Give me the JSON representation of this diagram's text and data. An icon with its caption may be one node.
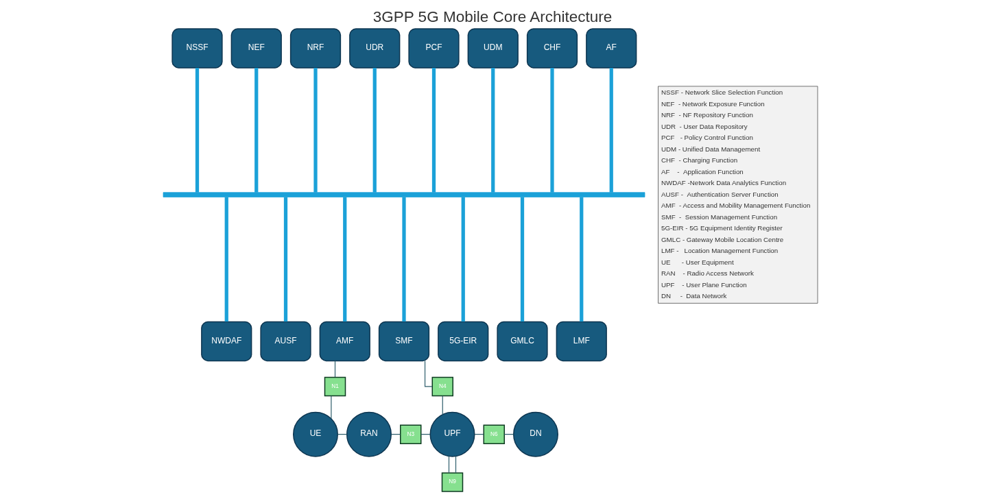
{
  "diagram": {
    "title": "3GPP 5G Mobile Core Architecture",
    "nodes": [
      {
        "text": [
          "NSSF"
        ]
      },
      {
        "text": [
          "NEF"
        ]
      },
      {
        "text": [
          "NRF"
        ]
      },
      {
        "text": [
          "UDR"
        ]
      },
      {
        "text": [
          "PCF"
        ]
      },
      {
        "text": [
          "UDM"
        ]
      },
      {
        "text": [
          "CHF"
        ]
      },
      {
        "text": [
          "AF"
        ]
      },
      {
        "text": [],
        "shape": "bar"
      },
      {
        "text": [
          "NWDAF"
        ]
      },
      {
        "text": [
          "AUSF"
        ]
      },
      {
        "text": [
          "AMF"
        ]
      },
      {
        "text": [
          "SMF"
        ]
      },
      {
        "text": [
          "5G-EIR"
        ]
      },
      {
        "text": [
          "GMLC"
        ]
      },
      {
        "text": [
          "LMF"
        ]
      },
      {
        "text": [
          "N1"
        ]
      },
      {
        "text": [
          "N4"
        ]
      },
      {
        "text": [
          "UE"
        ]
      },
      {
        "text": [
          "RAN"
        ]
      },
      {
        "text": [
          "N3"
        ]
      },
      {
        "text": [
          "UPF"
        ]
      },
      {
        "text": [
          "N6"
        ]
      },
      {
        "text": [
          "DN"
        ]
      },
      {
        "text": [
          "N9"
        ]
      }
    ],
    "edges": [
      {
        "from": 0,
        "to": 8,
        "arrow": "none"
      },
      {
        "from": 1,
        "to": 8,
        "arrow": "none"
      },
      {
        "from": 2,
        "to": 8,
        "arrow": "none"
      },
      {
        "from": 3,
        "to": 8,
        "arrow": "none"
      },
      {
        "from": 4,
        "to": 8,
        "arrow": "none"
      },
      {
        "from": 5,
        "to": 8,
        "arrow": "none"
      },
      {
        "from": 6,
        "to": 8,
        "arrow": "none"
      },
      {
        "from": 7,
        "to": 8,
        "arrow": "none"
      },
      {
        "from": 8,
        "to": 9,
        "arrow": "none"
      },
      {
        "from": 8,
        "to": 10,
        "arrow": "none"
      },
      {
        "from": 8,
        "to": 11,
        "arrow": "none"
      },
      {
        "from": 8,
        "to": 12,
        "arrow": "none"
      },
      {
        "from": 8,
        "to": 13,
        "arrow": "none"
      },
      {
        "from": 8,
        "to": 14,
        "arrow": "none"
      },
      {
        "from": 8,
        "to": 15,
        "arrow": "none"
      },
      {
        "from": 11,
        "to": 16,
        "arrow": "none",
        "color": "#2e5d6b"
      },
      {
        "from": 16,
        "to": 18,
        "arrow": "none",
        "color": "#2e5d6b"
      },
      {
        "from": 12,
        "to": 17,
        "arrow": "none",
        "color": "#2e5d6b"
      },
      {
        "from": 17,
        "to": 21,
        "arrow": "none",
        "color": "#2e5d6b"
      },
      {
        "from": 18,
        "to": 19,
        "arrow": "none",
        "color": "#2e5d6b"
      },
      {
        "from": 19,
        "to": 20,
        "arrow": "none",
        "color": "#2e5d6b"
      },
      {
        "from": 20,
        "to": 21,
        "arrow": "none",
        "color": "#2e5d6b"
      },
      {
        "from": 21,
        "to": 22,
        "arrow": "none",
        "color": "#2e5d6b"
      },
      {
        "from": 22,
        "to": 23,
        "arrow": "none",
        "color": "#2e5d6b"
      },
      {
        "from": 21,
        "to": 24,
        "arrow": "none",
        "color": "#2e5d6b"
      },
      {
        "from": 24,
        "to": 21,
        "arrow": "none",
        "color": "#2e5d6b"
      }
    ],
    "labels": [
      "NSSF - Network Slice Selection Function",
      "NEF  - Network Exposure Function",
      "NRF  - NF Repository Function",
      "UDR  - User Data Repository",
      "PCF   - Policy Control Function",
      "UDM - Unified Data Management",
      "CHF  - Charging Function",
      "AF    -  Application Function",
      "NWDAF -Network Data Analytics Function",
      "AUSF -  Authentication Server Function",
      "AMF  - Access and Mobility Management Function",
      "SMF  -  Session Management Function",
      "5G-EIR - 5G Equipment Identity Register",
      "GMLC - Gateway Mobile Location Centre",
      "LMF -   Location Management Function",
      "UE      - User Equipment",
      "RAN    - Radio Access Network",
      "UPF    - User Plane Function",
      "DN     -  Data Network"
    ]
  }
}
